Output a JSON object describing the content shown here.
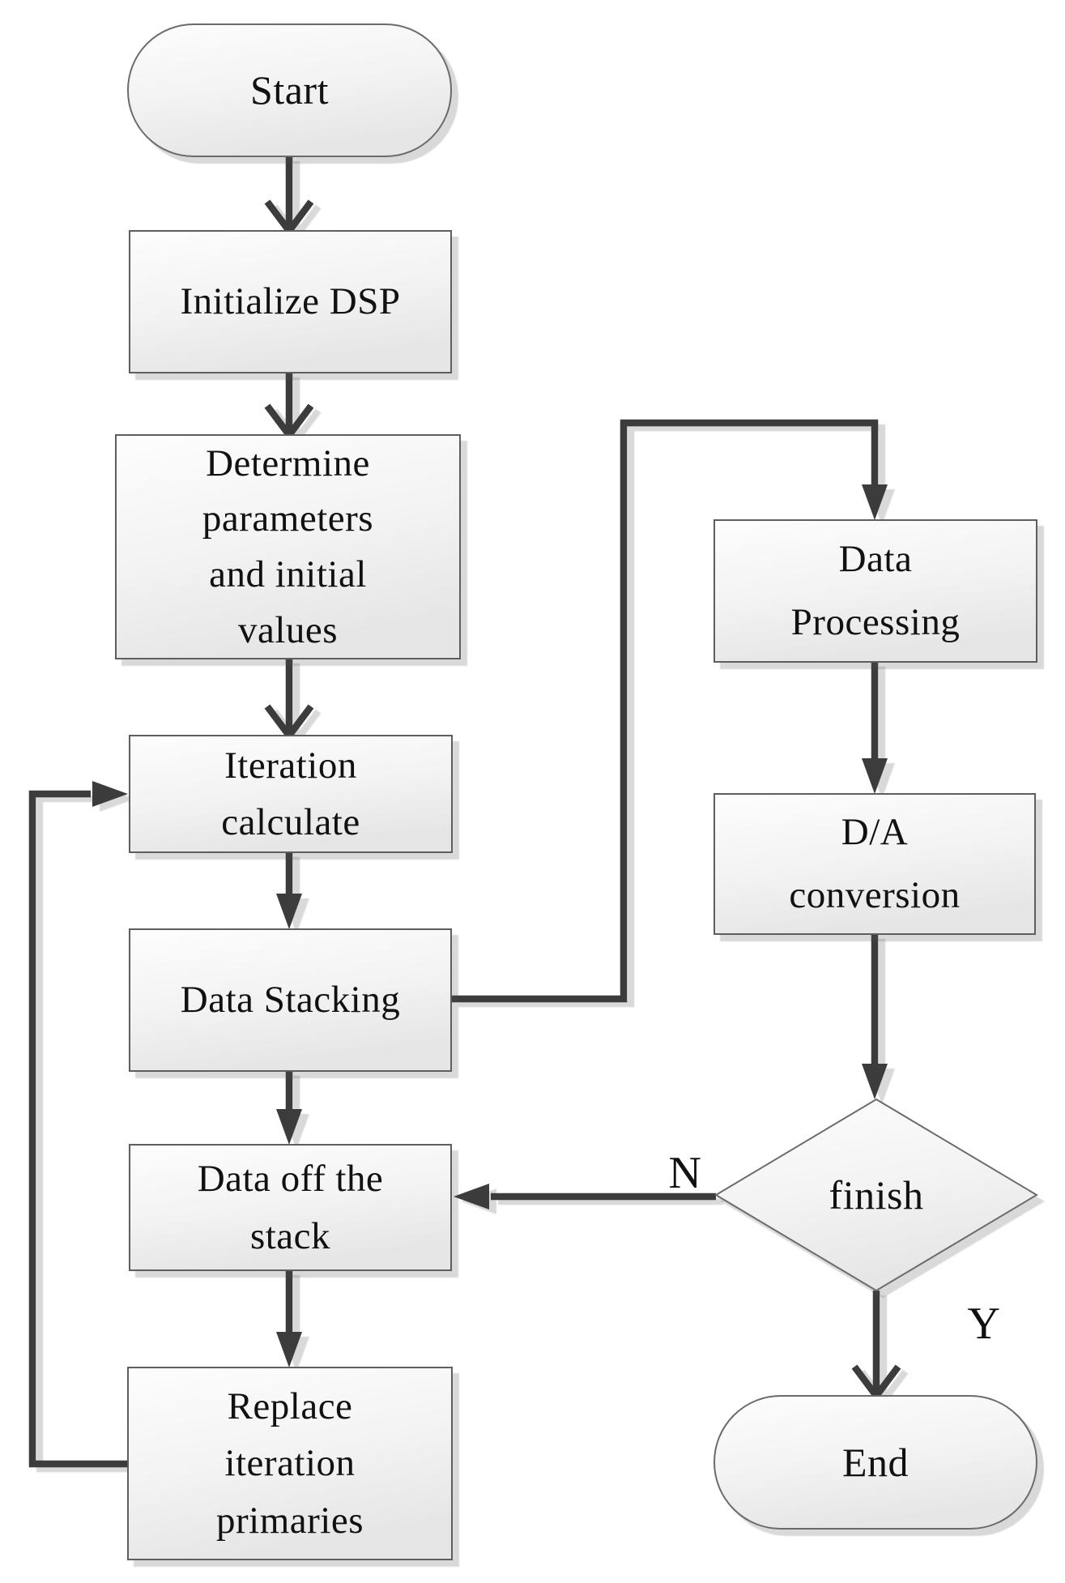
{
  "flowchart": {
    "nodes": [
      {
        "id": "start",
        "label": "Start",
        "shape": "terminator"
      },
      {
        "id": "initialize-dsp",
        "label": "Initialize DSP",
        "shape": "process"
      },
      {
        "id": "determine-parameters",
        "label": "Determine\nparameters\nand initial\nvalues",
        "shape": "process"
      },
      {
        "id": "iteration-calculate",
        "label": "Iteration\ncalculate",
        "shape": "process"
      },
      {
        "id": "data-stacking",
        "label": "Data Stacking",
        "shape": "process"
      },
      {
        "id": "data-off-stack",
        "label": "Data off the\nstack",
        "shape": "process"
      },
      {
        "id": "replace-iteration",
        "label": "Replace\niteration\nprimaries",
        "shape": "process"
      },
      {
        "id": "data-processing",
        "label": "Data\nProcessing",
        "shape": "process"
      },
      {
        "id": "da-conversion",
        "label": "D/A\nconversion",
        "shape": "process"
      },
      {
        "id": "finish",
        "label": "finish",
        "shape": "decision"
      },
      {
        "id": "end",
        "label": "End",
        "shape": "terminator"
      }
    ],
    "branch_labels": {
      "no": "N",
      "yes": "Y"
    },
    "colors": {
      "connector": "#3c3c3c",
      "node_border": "#5e5e5e",
      "node_fill_top": "#fdfdfd",
      "node_fill_bottom": "#e6e6e6",
      "text": "#111111",
      "background": "#ffffff"
    }
  }
}
